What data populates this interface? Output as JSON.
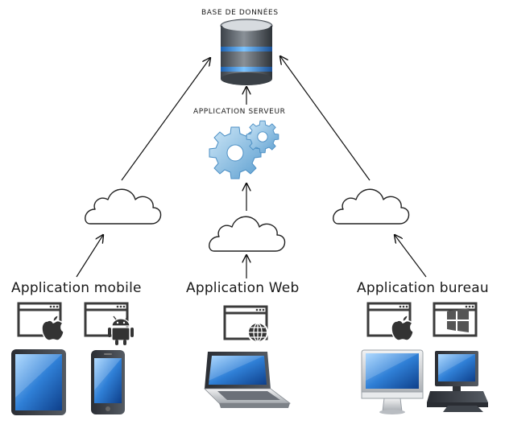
{
  "diagram": {
    "database_label": "BASE DE DONNÉES",
    "server_label": "APPLICATION SERVEUR",
    "clients": {
      "mobile": {
        "label": "Application mobile",
        "platform_icons": [
          "apple-icon",
          "android-icon"
        ],
        "devices": [
          "tablet",
          "smartphone"
        ]
      },
      "web": {
        "label": "Application Web",
        "platform_icons": [
          "globe-icon"
        ],
        "devices": [
          "laptop"
        ]
      },
      "desktop": {
        "label": "Application bureau",
        "platform_icons": [
          "apple-icon",
          "windows-icon"
        ],
        "devices": [
          "imac",
          "desktop-pc"
        ]
      }
    },
    "icons": [
      "database-icon",
      "gears-icon",
      "cloud-icon",
      "browser-window-icon"
    ],
    "colors": {
      "line": "#111111",
      "gear": "#8fc4e6",
      "db_band": "#4aa3ee",
      "db_body": "#5f6770",
      "screen": "#3f8fe0"
    }
  }
}
